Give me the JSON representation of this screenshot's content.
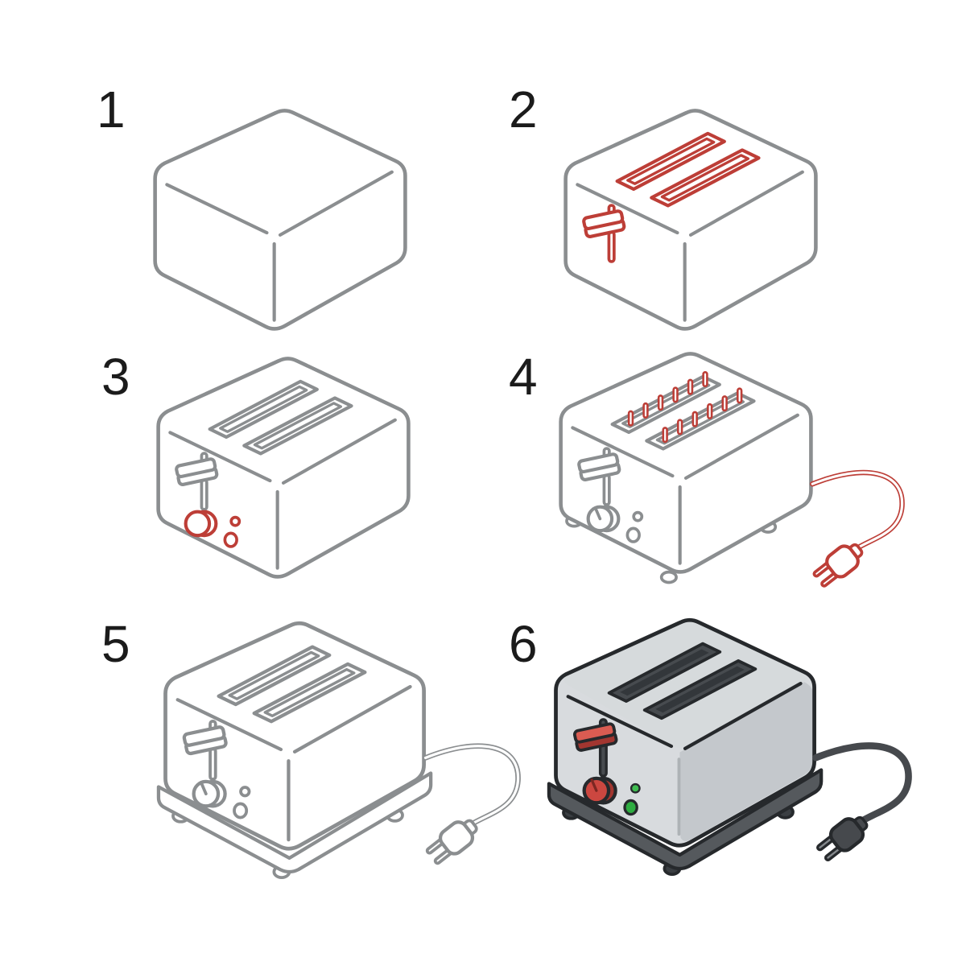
{
  "tutorial": {
    "subject": "toaster-drawing-steps",
    "steps": [
      {
        "number": "1",
        "parts_added": [
          "toaster-body"
        ]
      },
      {
        "number": "2",
        "parts_added": [
          "bread-slots",
          "lever"
        ]
      },
      {
        "number": "3",
        "parts_added": [
          "browning-knob",
          "buttons"
        ]
      },
      {
        "number": "4",
        "parts_added": [
          "heating-elements",
          "feet",
          "power-cord"
        ]
      },
      {
        "number": "5",
        "parts_added": [
          "base-plate",
          "complete-line-art"
        ]
      },
      {
        "number": "6",
        "parts_added": [
          "color-fill"
        ]
      }
    ]
  },
  "colors": {
    "background": "#ffffff",
    "ink": "#1b1b1b",
    "outline_gray": "#8b8e90",
    "accent_red": "#bd3e37",
    "outline_dark": "#26292c",
    "body_top": "#d6dadc",
    "body_front": "#d8dbde",
    "body_side": "#c4c8cc",
    "base_dark": "#55595d",
    "foot_dark": "#3a3e42",
    "slot_dark": "#474b4f",
    "slot_deep": "#33373b",
    "red_fill": "#cc4740",
    "red_dark": "#a23630",
    "red_light": "#da5c52",
    "green_bright": "#3fbc50",
    "green_deep": "#2ead41",
    "cord_dark": "#46494d",
    "prong_gray": "#85898d"
  }
}
